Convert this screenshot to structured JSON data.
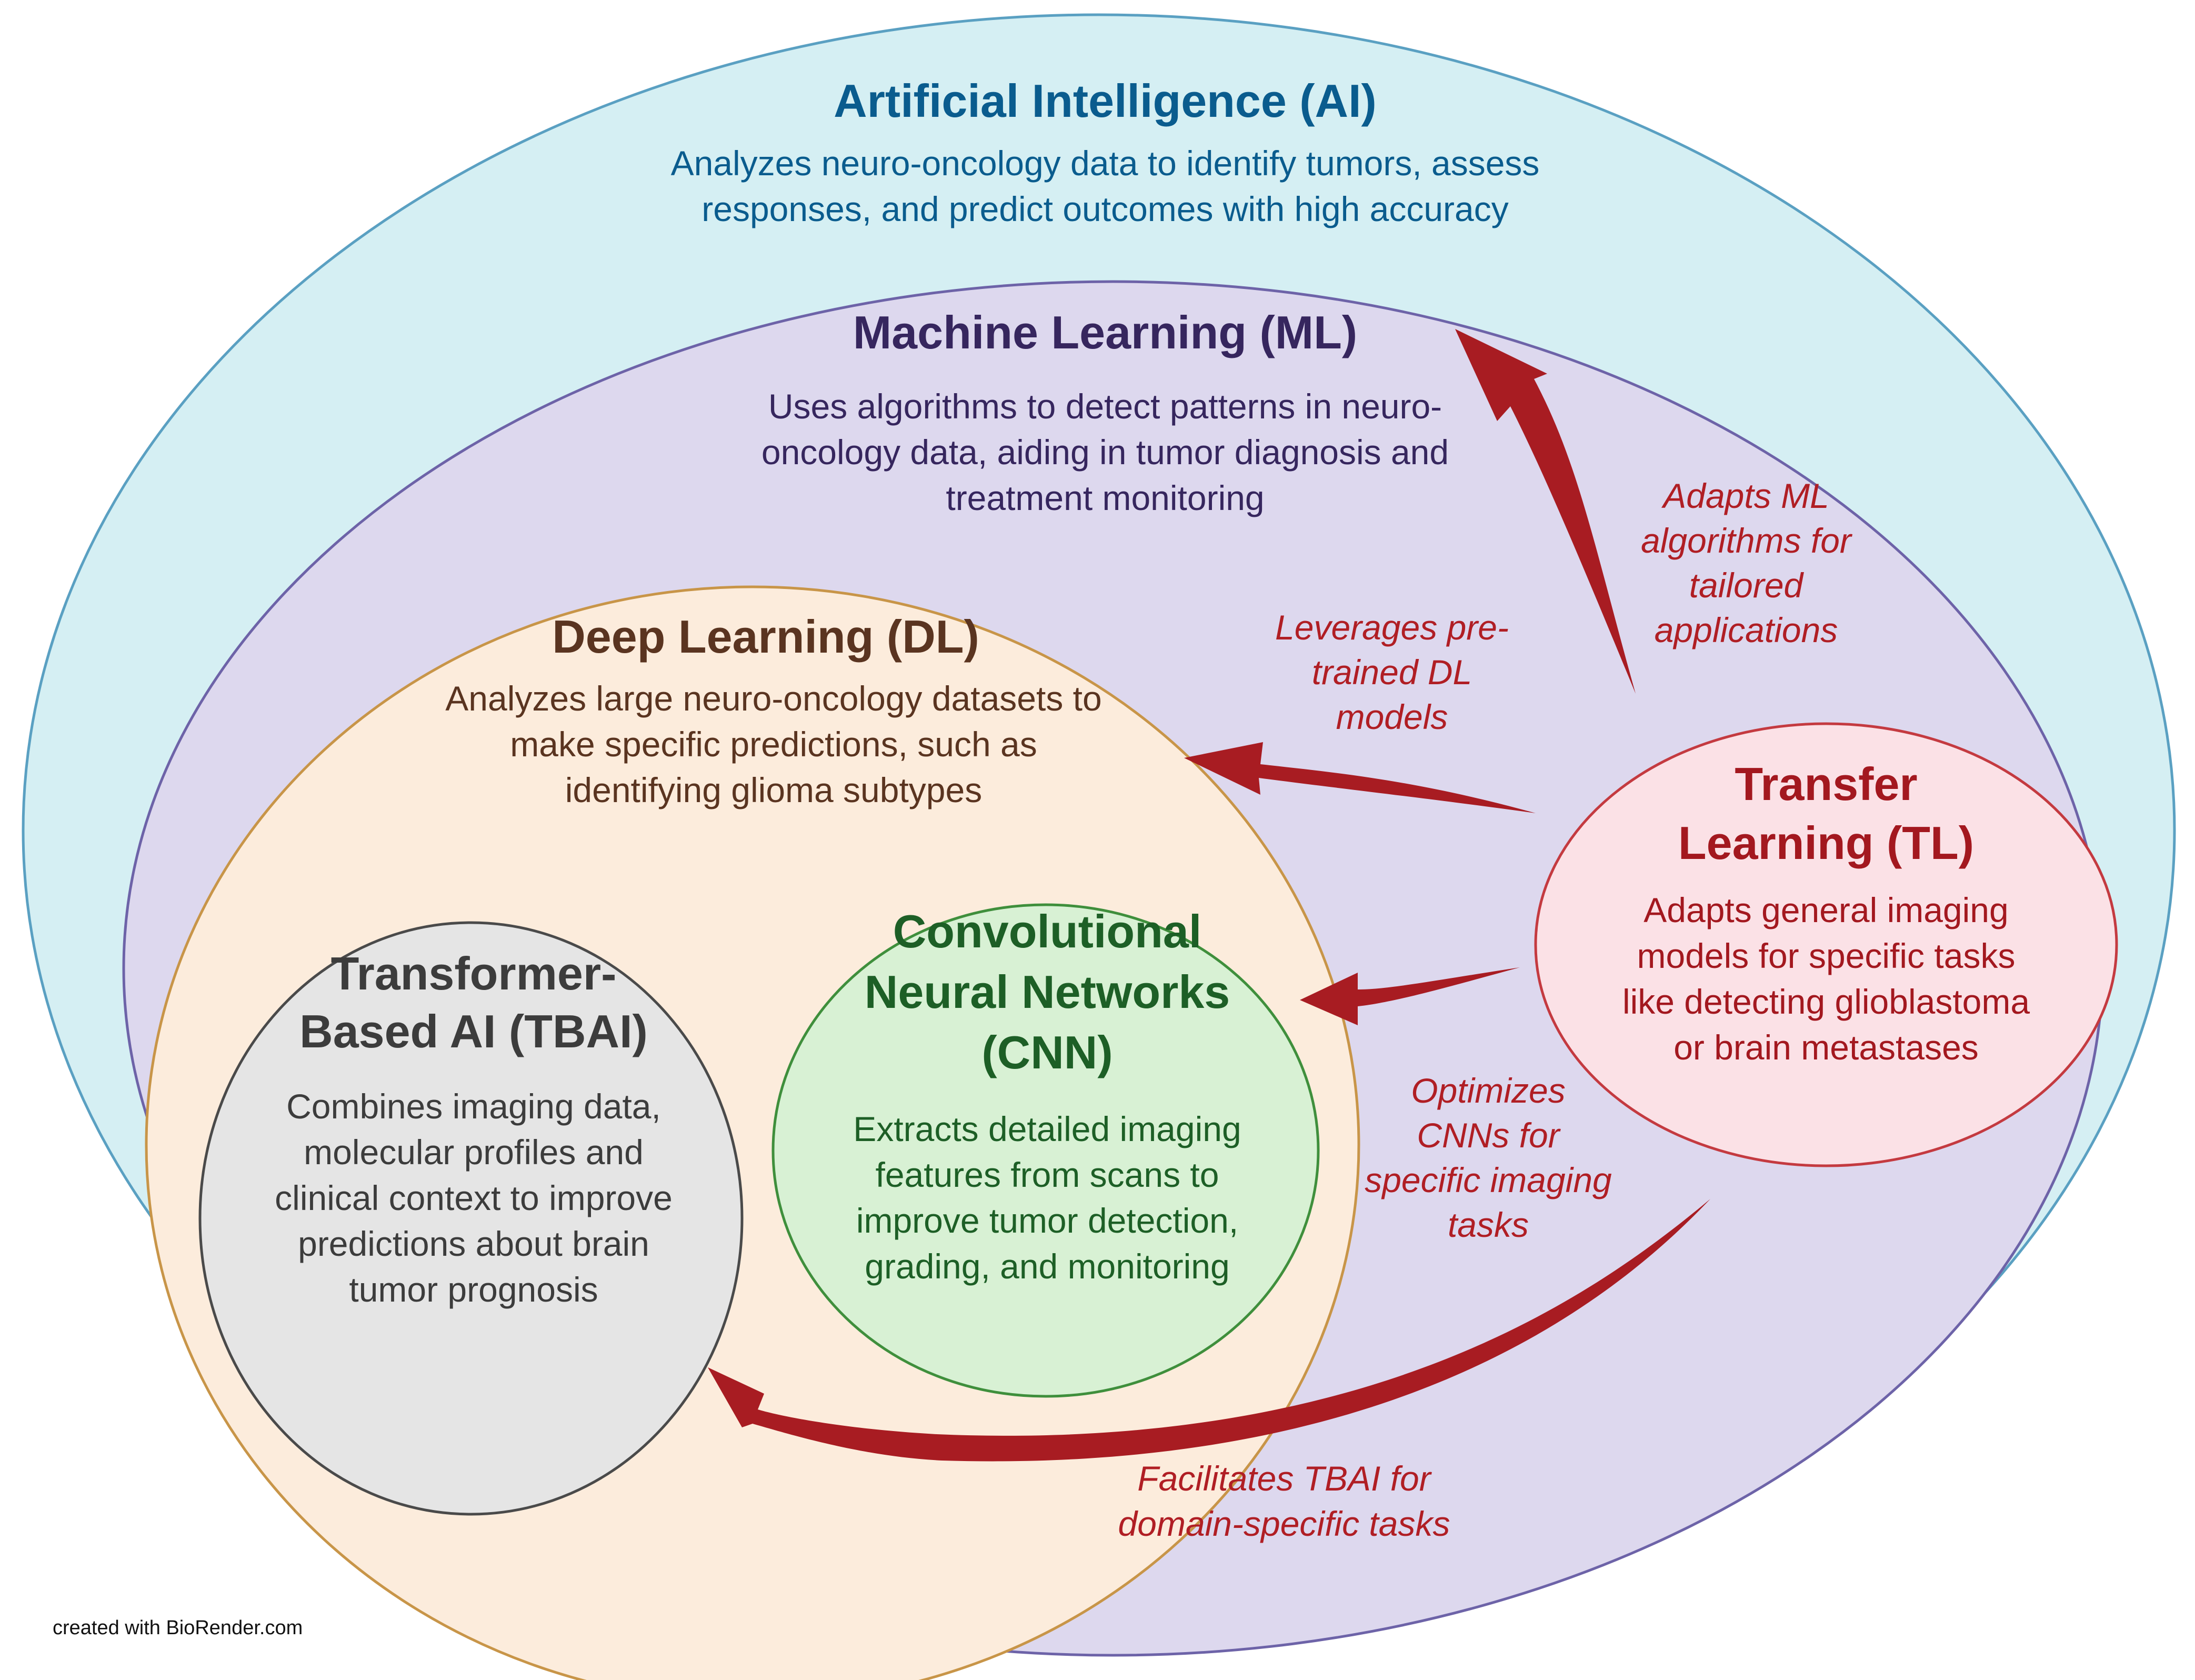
{
  "colors": {
    "ai_fill": "#d5eff3",
    "ai_stroke": "#5aa0c2",
    "ai_text": "#0a5c8e",
    "ml_fill": "#ddd8ee",
    "ml_stroke": "#6d63a8",
    "ml_text": "#36265e",
    "dl_fill": "#fcecdc",
    "dl_stroke": "#c89548",
    "dl_text": "#5a3420",
    "tbai_fill": "#e5e5e5",
    "tbai_stroke": "#4a4a4a",
    "tbai_text": "#3c3c3c",
    "cnn_fill": "#d8f1d4",
    "cnn_stroke": "#3f8f3c",
    "cnn_text": "#1d5f26",
    "tl_fill": "#fbe1e6",
    "tl_stroke": "#c43a40",
    "tl_text": "#a3181f",
    "arrow": "#a81c22"
  },
  "ai": {
    "title": "Artificial Intelligence (AI)",
    "desc_1": "Analyzes neuro-oncology data to identify tumors, assess",
    "desc_2": "responses, and predict outcomes with high accuracy"
  },
  "ml": {
    "title": "Machine Learning (ML)",
    "desc_1": "Uses algorithms to detect patterns in neuro-",
    "desc_2": "oncology data, aiding in tumor diagnosis and",
    "desc_3": "treatment monitoring"
  },
  "dl": {
    "title": "Deep Learning (DL)",
    "desc_1": "Analyzes large neuro-oncology datasets to",
    "desc_2": "make specific predictions, such as",
    "desc_3": "identifying glioma subtypes"
  },
  "tbai": {
    "title_1": "Transformer-",
    "title_2": "Based AI (TBAI)",
    "desc_1": "Combines imaging data,",
    "desc_2": "molecular profiles and",
    "desc_3": "clinical context to improve",
    "desc_4": "predictions about brain",
    "desc_5": "tumor prognosis"
  },
  "cnn": {
    "title_1": "Convolutional",
    "title_2": "Neural Networks",
    "title_3": "(CNN)",
    "desc_1": "Extracts detailed imaging",
    "desc_2": "features from scans to",
    "desc_3": "improve tumor detection,",
    "desc_4": "grading, and monitoring"
  },
  "tl": {
    "title_1": "Transfer",
    "title_2": "Learning (TL)",
    "desc_1": "Adapts general imaging",
    "desc_2": "models for specific tasks",
    "desc_3": "like detecting glioblastoma",
    "desc_4": "or brain metastases"
  },
  "annotations": {
    "to_ml": [
      "Adapts ML",
      "algorithms for",
      "tailored",
      "applications"
    ],
    "to_dl": [
      "Leverages pre-",
      "trained DL",
      "models"
    ],
    "to_cnn": [
      "Optimizes",
      "CNNs for",
      "specific imaging",
      "tasks"
    ],
    "to_tbai": [
      "Facilitates TBAI for",
      "domain-specific tasks"
    ]
  },
  "credit": "created with BioRender.com"
}
